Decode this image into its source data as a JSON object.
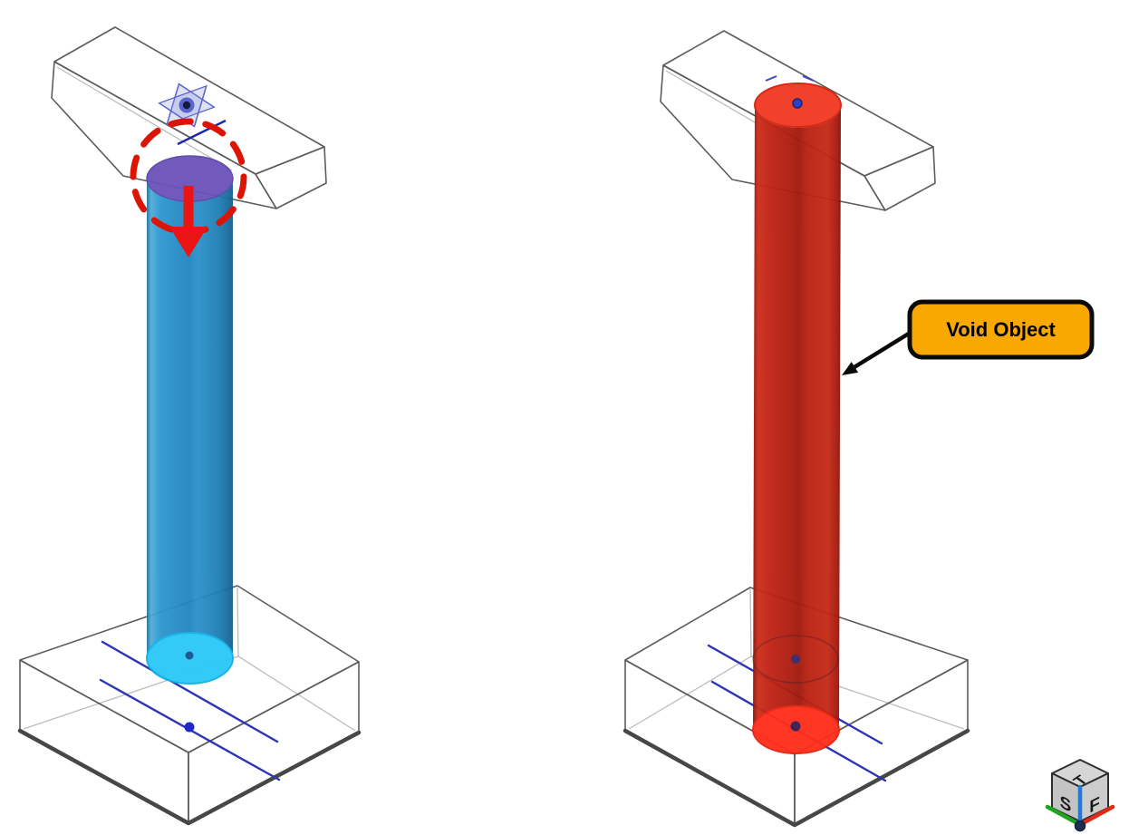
{
  "annotation": {
    "label": "Void Object",
    "fill_color": "#F9A800",
    "border_color": "#0A0A0A",
    "text_color": "#000000"
  },
  "view_cube": {
    "top_label": "T",
    "side_label": "S",
    "front_label": "F",
    "x_axis_color": "#E02A18",
    "y_axis_color": "#1FA41F",
    "z_axis_color": "#2279D8"
  },
  "left_scene": {
    "cylinder_color": "#1F85C1",
    "cylinder_top_face_color": "#6A52B9",
    "cylinder_bottom_face_color": "#2AC8F8",
    "drag_indicator_color": "#DB1404",
    "drag_arrow_color": "#EA1512"
  },
  "right_scene": {
    "void_cylinder_color": "#C32515",
    "void_top_face_color": "#F23A22",
    "void_bottom_face_color": "#FF2E1B"
  },
  "sketch": {
    "line_color": "#2B35B5",
    "point_color": "#2028C8"
  },
  "solids": {
    "gray_fill": "#B9B9B7",
    "edge_color": "#5C5C5A"
  }
}
